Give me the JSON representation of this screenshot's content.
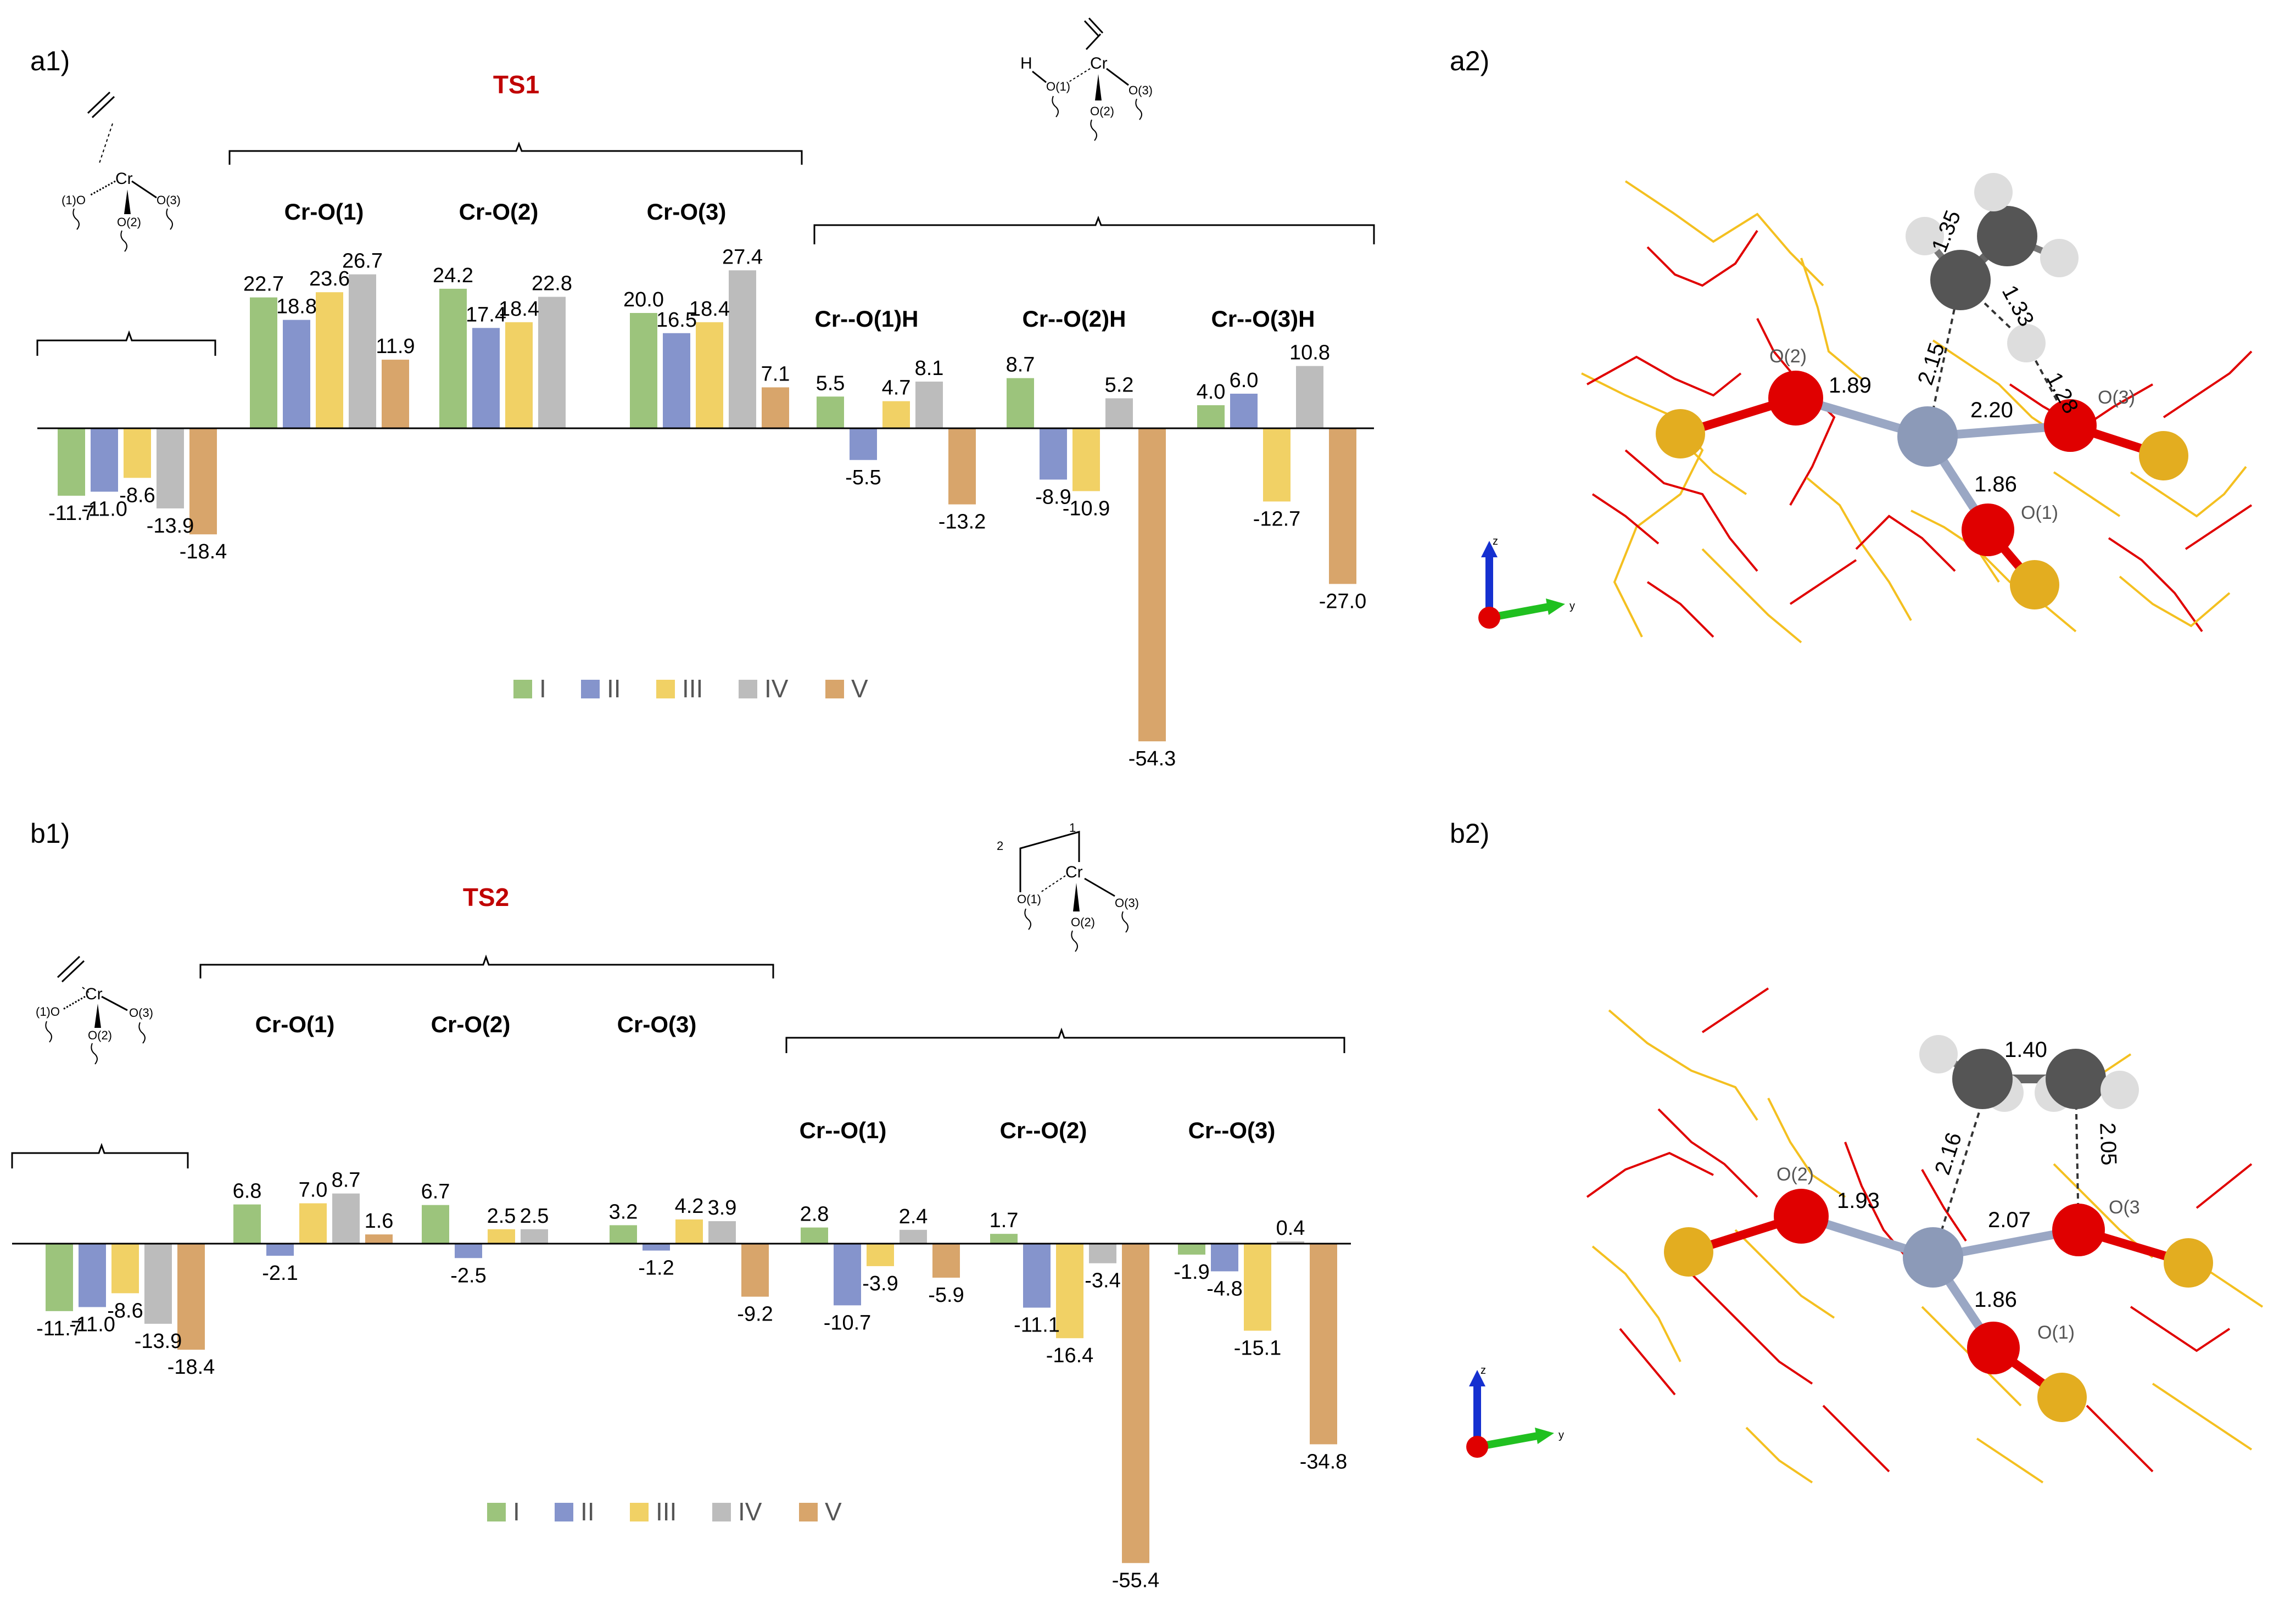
{
  "panels": {
    "a1": "a1)",
    "a2": "a2)",
    "b1": "b1)",
    "b2": "b2)"
  },
  "colors": {
    "I": "#9cc47c",
    "II": "#8594cc",
    "III": "#f1d165",
    "IV": "#bcbcbc",
    "V": "#d8a56b",
    "ts_title": "#c00000",
    "oxygen": "#e00000",
    "silicon": "#e3ad20",
    "chromium": "#8c9ab8",
    "carbon": "#555555",
    "hydrogen": "#dddddd"
  },
  "chart_data": [
    {
      "type": "bar",
      "panel": "a1)",
      "title": "TS1",
      "series_names": [
        "I",
        "II",
        "III",
        "IV",
        "V"
      ],
      "groups": [
        {
          "name": "",
          "values": [
            -11.7,
            -11.0,
            -8.6,
            -13.9,
            -18.4
          ]
        },
        {
          "name": "Cr-O(1)",
          "values": [
            22.7,
            18.8,
            23.6,
            26.7,
            11.9
          ]
        },
        {
          "name": "Cr-O(2)",
          "values": [
            24.2,
            17.4,
            18.4,
            22.8,
            null
          ]
        },
        {
          "name": "Cr-O(3)",
          "values": [
            20.0,
            16.5,
            18.4,
            27.4,
            7.1
          ]
        },
        {
          "name": "Cr--O(1)H",
          "values": [
            5.5,
            -5.5,
            4.7,
            8.1,
            -13.2
          ]
        },
        {
          "name": "Cr--O(2)H",
          "values": [
            8.7,
            -8.9,
            -10.9,
            5.2,
            -54.3
          ]
        },
        {
          "name": "Cr--O(3)H",
          "values": [
            4.0,
            6.0,
            -12.7,
            10.8,
            -27.0
          ]
        }
      ]
    },
    {
      "type": "bar",
      "panel": "b1)",
      "title": "TS2",
      "series_names": [
        "I",
        "II",
        "III",
        "IV",
        "V"
      ],
      "groups": [
        {
          "name": "",
          "values": [
            -11.7,
            -11.0,
            -8.6,
            -13.9,
            -18.4
          ]
        },
        {
          "name": "Cr-O(1)",
          "values": [
            6.8,
            -2.1,
            7.0,
            8.7,
            1.6
          ]
        },
        {
          "name": "Cr-O(2)",
          "values": [
            6.7,
            -2.5,
            2.5,
            2.5,
            null
          ]
        },
        {
          "name": "Cr-O(3)",
          "values": [
            3.2,
            -1.2,
            4.2,
            3.9,
            -9.2
          ]
        },
        {
          "name": "Cr--O(1)",
          "values": [
            2.8,
            -10.7,
            -3.9,
            2.4,
            -5.9
          ]
        },
        {
          "name": "Cr--O(2)",
          "values": [
            1.7,
            -11.1,
            -16.4,
            -3.4,
            -55.4
          ]
        },
        {
          "name": "Cr--O(3)",
          "values": [
            -1.9,
            -4.8,
            -15.1,
            0.4,
            -34.8
          ]
        }
      ]
    }
  ],
  "structures": {
    "a1_left": {
      "cr": "Cr",
      "o1": "(1)O",
      "o2": "O(2)",
      "o3": "O(3)"
    },
    "a1_right": {
      "h": "H",
      "cr": "Cr",
      "o1": "O(1)",
      "o2": "O(2)",
      "o3": "O(3)"
    },
    "b1_left": {
      "cr": "Cr",
      "o1": "(1)O",
      "o2": "O(2)",
      "o3": "O(3)"
    },
    "b1_right": {
      "n1": "1",
      "n2": "2",
      "cr": "Cr",
      "o1": "O(1)",
      "o2": "O(2)",
      "o3": "O(3)"
    }
  },
  "molecules": {
    "a2": {
      "distances": [
        "1.35",
        "1.33",
        "2.15",
        "1.28",
        "1.89",
        "2.20",
        "1.86"
      ],
      "atoms": [
        "O(2)",
        "O(3)",
        "O(1)"
      ],
      "axes": [
        "z",
        "y"
      ]
    },
    "b2": {
      "distances": [
        "1.40",
        "2.16",
        "2.05",
        "1.93",
        "2.07",
        "1.86"
      ],
      "atoms": [
        "O(2)",
        "O(3",
        "O(1)"
      ],
      "axes": [
        "z",
        "y"
      ]
    }
  }
}
